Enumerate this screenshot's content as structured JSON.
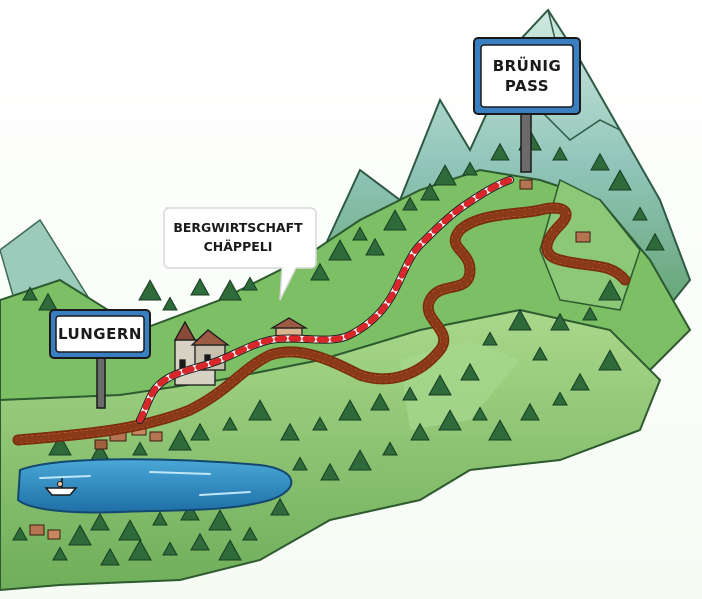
{
  "map": {
    "signs": {
      "lungern": "LUNGERN",
      "brunig": "BRÜNIG\nPASS"
    },
    "callout": {
      "label": "BERGWIRTSCHAFT\nCHÄPPELI"
    },
    "colors": {
      "sky": "#ffffff",
      "mountain_far": "#8fc4b8",
      "mountain_mid": "#6fae6a",
      "meadow": "#9fd07a",
      "forest": "#2f6b3a",
      "lake": "#2f8fc4",
      "trail_orange": "#d9622b",
      "trail_red": "#d9262b",
      "sign_blue": "#3a7fc1"
    }
  }
}
